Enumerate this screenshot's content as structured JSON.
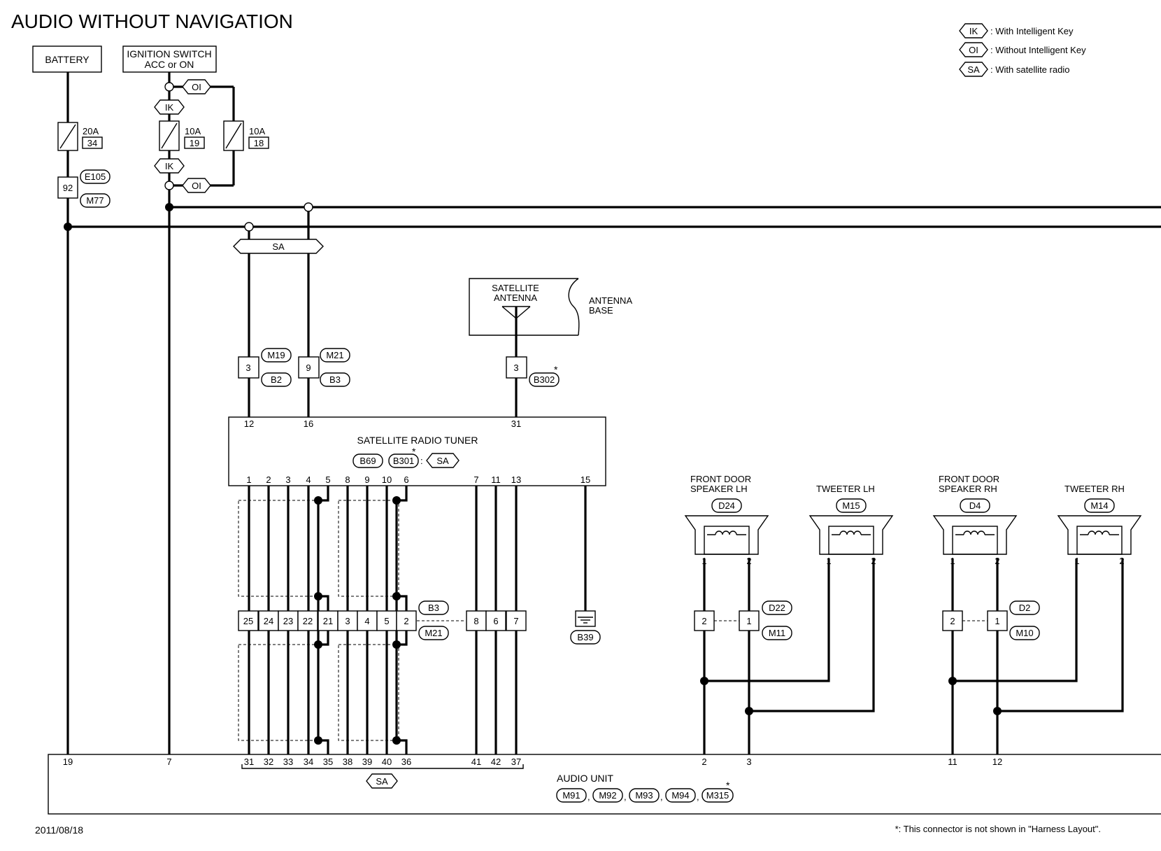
{
  "title": "AUDIO WITHOUT NAVIGATION",
  "legend": [
    {
      "code": "IK",
      "text": ": With Intelligent Key"
    },
    {
      "code": "OI",
      "text": ": Without Intelligent Key"
    },
    {
      "code": "SA",
      "text": ": With satellite radio"
    }
  ],
  "battery": "BATTERY",
  "ignition": {
    "line1": "IGNITION SWITCH",
    "line2": "ACC or ON"
  },
  "fuses": [
    {
      "amp": "20A",
      "num": "34"
    },
    {
      "amp": "10A",
      "num": "19"
    },
    {
      "amp": "10A",
      "num": "18"
    }
  ],
  "conn92": {
    "pin": "92",
    "a": "E105",
    "b": "M77"
  },
  "tags": {
    "oi": "OI",
    "ik": "IK",
    "sa": "SA"
  },
  "conn_m19": {
    "pin": "3",
    "a": "M19",
    "b": "B2"
  },
  "conn_m21": {
    "pin": "9",
    "a": "M21",
    "b": "B3"
  },
  "antenna": {
    "line1": "SATELLITE",
    "line2": "ANTENNA",
    "base1": "ANTENNA",
    "base2": "BASE",
    "pin": "3",
    "conn": "B302",
    "star": "*"
  },
  "tuner": {
    "title": "SATELLITE RADIO TUNER",
    "conn1": "B69",
    "conn2": "B301",
    "star": "*",
    "sep": ":",
    "tag": "SA",
    "top_pins": [
      "12",
      "16",
      "31"
    ],
    "bottom_pins": [
      "1",
      "2",
      "3",
      "4",
      "5",
      "8",
      "9",
      "10",
      "6",
      "7",
      "11",
      "13",
      "15"
    ]
  },
  "joint": {
    "pins": [
      "25",
      "24",
      "23",
      "22",
      "21",
      "3",
      "4",
      "5",
      "2"
    ],
    "pins2": [
      "8",
      "6",
      "7"
    ],
    "a": "B3",
    "b": "M21"
  },
  "ground": "B39",
  "speakers": [
    {
      "l1": "FRONT DOOR",
      "l2": "SPEAKER LH",
      "conn": "D24",
      "p1": "1",
      "p2": "2"
    },
    {
      "l1": "TWEETER LH",
      "l2": "",
      "conn": "M15",
      "p1": "1",
      "p2": "2"
    },
    {
      "l1": "FRONT DOOR",
      "l2": "SPEAKER RH",
      "conn": "D4",
      "p1": "1",
      "p2": "2"
    },
    {
      "l1": "TWEETER RH",
      "l2": "",
      "conn": "M14",
      "p1": "1",
      "p2": "2"
    }
  ],
  "conn_d22": {
    "p1": "2",
    "p2": "1",
    "a": "D22",
    "b": "M11"
  },
  "conn_d2": {
    "p1": "2",
    "p2": "1",
    "a": "D2",
    "b": "M10"
  },
  "audio_unit": {
    "title": "AUDIO UNIT",
    "conns": [
      "M91",
      "M92",
      "M93",
      "M94",
      "M315"
    ],
    "comma": ",",
    "star": "*",
    "pins": [
      "19",
      "7",
      "31",
      "32",
      "33",
      "34",
      "35",
      "38",
      "39",
      "40",
      "36",
      "41",
      "42",
      "37",
      "2",
      "3",
      "11",
      "12"
    ],
    "tag": "SA"
  },
  "date": "2011/08/18",
  "footnote": "*: This connector is not shown in \"Harness Layout\"."
}
